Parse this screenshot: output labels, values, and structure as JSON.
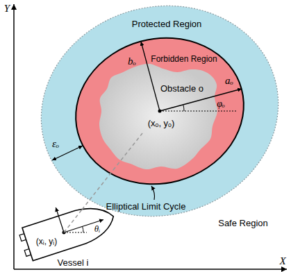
{
  "diagram": {
    "nodes": [
      {
        "text": [
          "Protected Region"
        ]
      },
      {
        "text": [
          "Forbidden Region"
        ],
        "in": 0
      },
      {
        "text": [
          "Obstacle o",
          "(xₒ, yₒ)"
        ],
        "in": 1
      },
      {
        "text": [
          "(xᵢ, yᵢ)",
          "θᵢ",
          "Vessel i"
        ]
      }
    ],
    "edges": [
      {
        "from": 3,
        "to": 2,
        "arrow": "none"
      }
    ],
    "labels": [
      "Y",
      "X",
      "aₒ",
      "bₒ",
      "φₒ",
      "εₒ",
      "Elliptical Limit Cycle",
      "Safe Region"
    ]
  }
}
